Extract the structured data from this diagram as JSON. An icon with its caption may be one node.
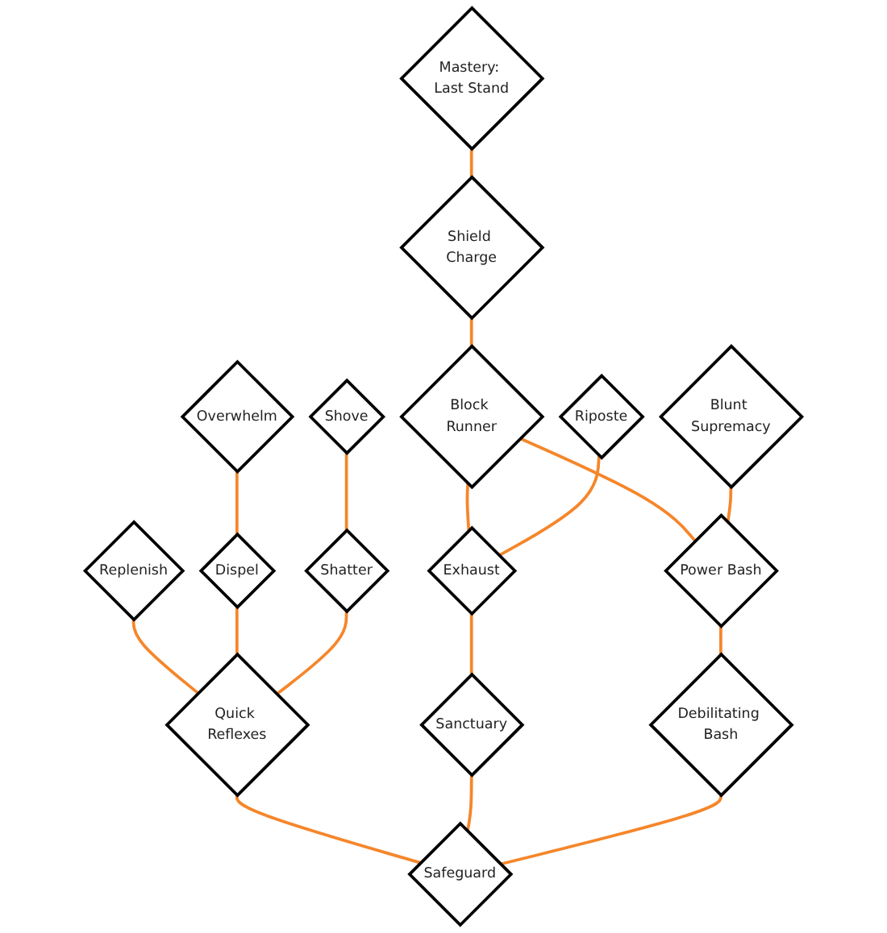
{
  "diagram": {
    "nodes": [
      {
        "text": [
          "Mastery: Last Stand"
        ]
      },
      {
        "text": [
          "Shield Charge"
        ]
      },
      {
        "text": [
          "Block Runner"
        ]
      },
      {
        "text": [
          "Riposte"
        ]
      },
      {
        "text": [
          "Overwhelm"
        ]
      },
      {
        "text": [
          "Shove"
        ]
      },
      {
        "text": [
          "Blunt Supremacy"
        ]
      },
      {
        "text": [
          "Replenish"
        ]
      },
      {
        "text": [
          "Exhaust"
        ]
      },
      {
        "text": [
          "Power Bash"
        ]
      },
      {
        "text": [
          "Dispel"
        ]
      },
      {
        "text": [
          "Shatter"
        ]
      },
      {
        "text": [
          "Sanctuary"
        ]
      },
      {
        "text": [
          "Quick Reflexes"
        ]
      },
      {
        "text": [
          "Debilitating Bash"
        ]
      },
      {
        "text": [
          "Safeguard"
        ]
      }
    ],
    "edges": [
      {
        "from": 0,
        "to": 1,
        "arrow": "none"
      },
      {
        "from": 1,
        "to": 2,
        "arrow": "none"
      },
      {
        "from": 2,
        "to": 8,
        "arrow": "none"
      },
      {
        "from": 2,
        "to": 9,
        "arrow": "none"
      },
      {
        "from": 3,
        "to": 8,
        "arrow": "none"
      },
      {
        "from": 4,
        "to": 10,
        "arrow": "none"
      },
      {
        "from": 5,
        "to": 11,
        "arrow": "none"
      },
      {
        "from": 6,
        "to": 9,
        "arrow": "none"
      },
      {
        "from": 7,
        "to": 13,
        "arrow": "none"
      },
      {
        "from": 10,
        "to": 13,
        "arrow": "none"
      },
      {
        "from": 11,
        "to": 13,
        "arrow": "none"
      },
      {
        "from": 8,
        "to": 12,
        "arrow": "none"
      },
      {
        "from": 9,
        "to": 14,
        "arrow": "none"
      },
      {
        "from": 13,
        "to": 15,
        "arrow": "none"
      },
      {
        "from": 12,
        "to": 15,
        "arrow": "none"
      },
      {
        "from": 14,
        "to": 15,
        "arrow": "none"
      }
    ]
  }
}
